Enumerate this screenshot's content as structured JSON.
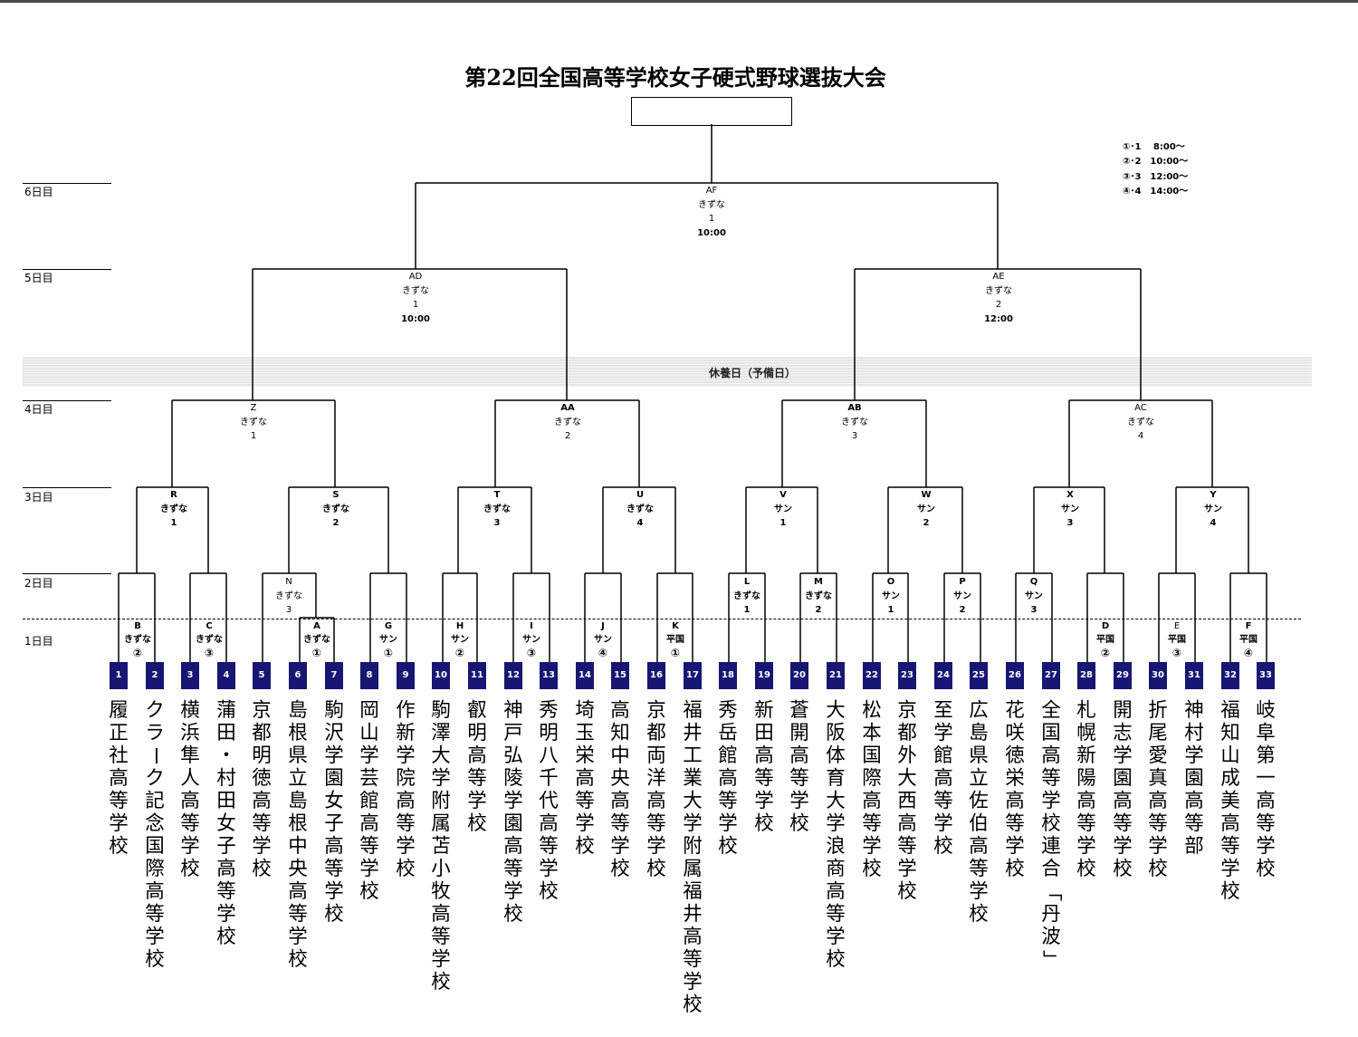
{
  "title": "第22回全国高等学校女子硬式野球選抜大会",
  "legend": [
    "①･1　 8:00～",
    "②･2　10:00～",
    "③･3　12:00～",
    "④･4　14:00～"
  ],
  "days": [
    "6日目",
    "5日目",
    "4日目",
    "3日目",
    "2日目",
    "1日目"
  ],
  "rest_day": "休養日（予備日）",
  "matches": {
    "AF": {
      "name": "AF",
      "venue": "きずな",
      "num": "1",
      "time": "10:00"
    },
    "AD": {
      "name": "AD",
      "venue": "きずな",
      "num": "1",
      "time": "10:00"
    },
    "AE": {
      "name": "AE",
      "venue": "きずな",
      "num": "2",
      "time": "12:00"
    },
    "Z": {
      "name": "Z",
      "venue": "きずな",
      "num": "1"
    },
    "AA": {
      "name": "AA",
      "venue": "きずな",
      "num": "2"
    },
    "AB": {
      "name": "AB",
      "venue": "きずな",
      "num": "3"
    },
    "AC": {
      "name": "AC",
      "venue": "きずな",
      "num": "4"
    },
    "R": {
      "name": "R",
      "venue": "きずな",
      "num": "1"
    },
    "S": {
      "name": "S",
      "venue": "きずな",
      "num": "2"
    },
    "T": {
      "name": "T",
      "venue": "きずな",
      "num": "3"
    },
    "U": {
      "name": "U",
      "venue": "きずな",
      "num": "4"
    },
    "V": {
      "name": "V",
      "venue": "サン",
      "num": "1"
    },
    "W": {
      "name": "W",
      "venue": "サン",
      "num": "2"
    },
    "X": {
      "name": "X",
      "venue": "サン",
      "num": "3"
    },
    "Y": {
      "name": "Y",
      "venue": "サン",
      "num": "4"
    },
    "N": {
      "name": "N",
      "venue": "きずな",
      "num": "3"
    },
    "L": {
      "name": "L",
      "venue": "きずな",
      "num": "1"
    },
    "M": {
      "name": "M",
      "venue": "きずな",
      "num": "2"
    },
    "O": {
      "name": "O",
      "venue": "サン",
      "num": "1"
    },
    "P": {
      "name": "P",
      "venue": "サン",
      "num": "2"
    },
    "Q": {
      "name": "Q",
      "venue": "サン",
      "num": "3"
    },
    "A": {
      "name": "A",
      "venue": "きずな",
      "num": "①"
    },
    "B": {
      "name": "B",
      "venue": "きずな",
      "num": "②"
    },
    "C": {
      "name": "C",
      "venue": "きずな",
      "num": "③"
    },
    "D": {
      "name": "D",
      "venue": "平国",
      "num": "②"
    },
    "E": {
      "name": "E",
      "venue": "平国",
      "num": "③"
    },
    "F": {
      "name": "F",
      "venue": "平国",
      "num": "④"
    },
    "G": {
      "name": "G",
      "venue": "サン",
      "num": "①"
    },
    "H": {
      "name": "H",
      "venue": "サン",
      "num": "②"
    },
    "I": {
      "name": "I",
      "venue": "サン",
      "num": "③"
    },
    "J": {
      "name": "J",
      "venue": "サン",
      "num": "④"
    },
    "K": {
      "name": "K",
      "venue": "平国",
      "num": "①"
    }
  },
  "teams": [
    {
      "seed": "1",
      "name": "履正社高等学校"
    },
    {
      "seed": "2",
      "name": "クラーク記念国際高等学校"
    },
    {
      "seed": "3",
      "name": "横浜隼人高等学校"
    },
    {
      "seed": "4",
      "name": "蒲田・村田女子高等学校"
    },
    {
      "seed": "5",
      "name": "京都明徳高等学校"
    },
    {
      "seed": "6",
      "name": "島根県立島根中央高等学校"
    },
    {
      "seed": "7",
      "name": "駒沢学園女子高等学校"
    },
    {
      "seed": "8",
      "name": "岡山学芸館高等学校"
    },
    {
      "seed": "9",
      "name": "作新学院高等学校"
    },
    {
      "seed": "10",
      "name": "駒澤大学附属苫小牧高等学校"
    },
    {
      "seed": "11",
      "name": "叡明高等学校"
    },
    {
      "seed": "12",
      "name": "神戸弘陵学園高等学校"
    },
    {
      "seed": "13",
      "name": "秀明八千代高等学校"
    },
    {
      "seed": "14",
      "name": "埼玉栄高等学校"
    },
    {
      "seed": "15",
      "name": "高知中央高等学校"
    },
    {
      "seed": "16",
      "name": "京都両洋高等学校"
    },
    {
      "seed": "17",
      "name": "福井工業大学附属福井高等学校"
    },
    {
      "seed": "18",
      "name": "秀岳館高等学校"
    },
    {
      "seed": "19",
      "name": "新田高等学校"
    },
    {
      "seed": "20",
      "name": "蒼開高等学校"
    },
    {
      "seed": "21",
      "name": "大阪体育大学浪商高等学校"
    },
    {
      "seed": "22",
      "name": "松本国際高等学校"
    },
    {
      "seed": "23",
      "name": "京都外大西高等学校"
    },
    {
      "seed": "24",
      "name": "至学館高等学校"
    },
    {
      "seed": "25",
      "name": "広島県立佐伯高等学校"
    },
    {
      "seed": "26",
      "name": "花咲徳栄高等学校"
    },
    {
      "seed": "27",
      "name": "全国高等学校連合「丹波」"
    },
    {
      "seed": "28",
      "name": "札幌新陽高等学校"
    },
    {
      "seed": "29",
      "name": "開志学園高等学校"
    },
    {
      "seed": "30",
      "name": "折尾愛真高等学校"
    },
    {
      "seed": "31",
      "name": "神村学園高等部"
    },
    {
      "seed": "32",
      "name": "福知山成美高等学校"
    },
    {
      "seed": "33",
      "name": "岐阜第一高等学校"
    }
  ],
  "colors": {
    "seed_box": "#171773",
    "rest_band": "#e6e6e6"
  }
}
